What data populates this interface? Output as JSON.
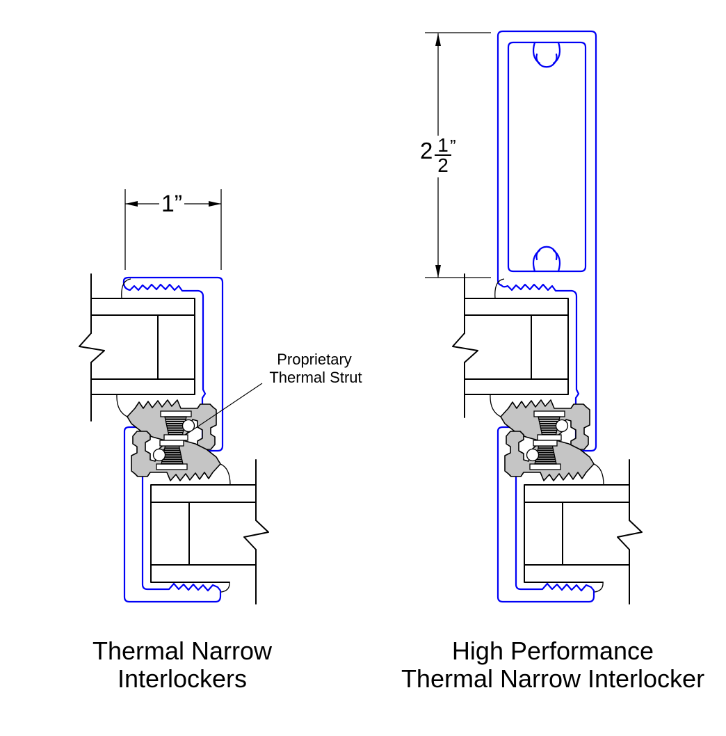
{
  "diagram": {
    "background": "#ffffff",
    "colors": {
      "profile_blue": "#0000f5",
      "line_black": "#000000",
      "aluminum_gray": "#c5c5c5"
    },
    "left_view": {
      "title_line1": "Thermal Narrow",
      "title_line2": "Interlockers",
      "width_dimension": "1”"
    },
    "right_view": {
      "title_line1": "High Performance",
      "title_line2": "Thermal Narrow Interlocker",
      "height_dimension_whole": "2",
      "height_dimension_numerator": "1",
      "height_dimension_denominator": "2",
      "height_dimension_unit": "”"
    },
    "callout": {
      "line1": "Proprietary",
      "line2": "Thermal Strut"
    }
  }
}
